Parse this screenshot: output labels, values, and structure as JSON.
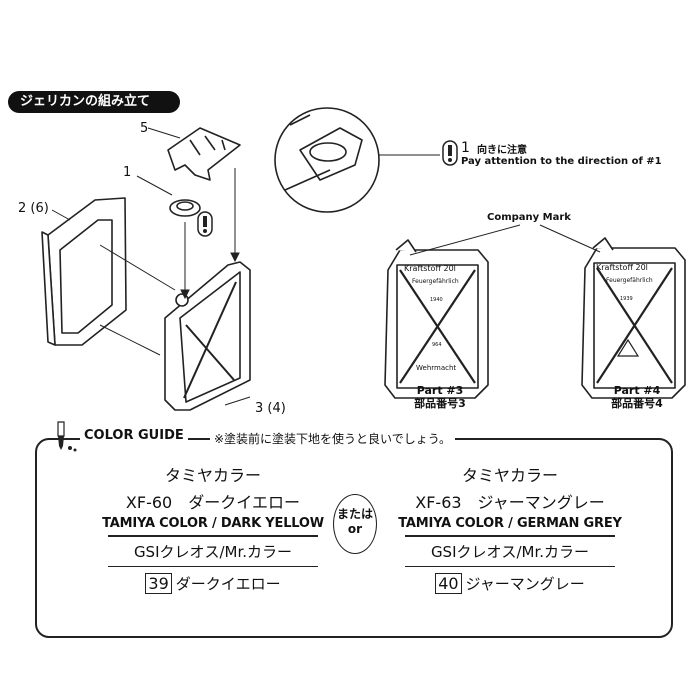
{
  "header": {
    "title": "ジェリカンの組み立て"
  },
  "callouts": {
    "part5": "5",
    "part1": "1",
    "part2": "2 (6)",
    "part3": "3 (4)",
    "detail_num": "1",
    "detail_jp": "向きに注意",
    "detail_en": "Pay attention to the direction of #1",
    "company_mark": "Company Mark"
  },
  "part3": {
    "label_en": "Part #3",
    "label_jp": "部品番号3",
    "stamp_top": "Kraftstoff 20l",
    "stamp_mid": "Feuergefährlich",
    "year": "1940",
    "small_text": "964",
    "bottom": "Wehrmacht"
  },
  "part4": {
    "label_en": "Part #4",
    "label_jp": "部品番号4",
    "stamp_top": "Kraftstoff 20l",
    "stamp_mid": "Feuergefährlich",
    "year": "1939"
  },
  "color_guide": {
    "title": "COLOR GUIDE",
    "note": "※塗装前に塗装下地を使うと良いでしょう。",
    "left": {
      "brand_jp": "タミヤカラー",
      "code_line": "XF-60　ダークイエロー",
      "brand_en": "TAMIYA COLOR / DARK YELLOW",
      "gsi": "GSIクレオス/Mr.カラー",
      "code": "39",
      "name": "ダークイエロー"
    },
    "or_jp": "または",
    "or_en": "or",
    "right": {
      "brand_jp": "タミヤカラー",
      "code_line": "XF-63　ジャーマングレー",
      "brand_en": "TAMIYA COLOR / GERMAN GREY",
      "gsi": "GSIクレオス/Mr.カラー",
      "code": "40",
      "name": "ジャーマングレー"
    }
  }
}
